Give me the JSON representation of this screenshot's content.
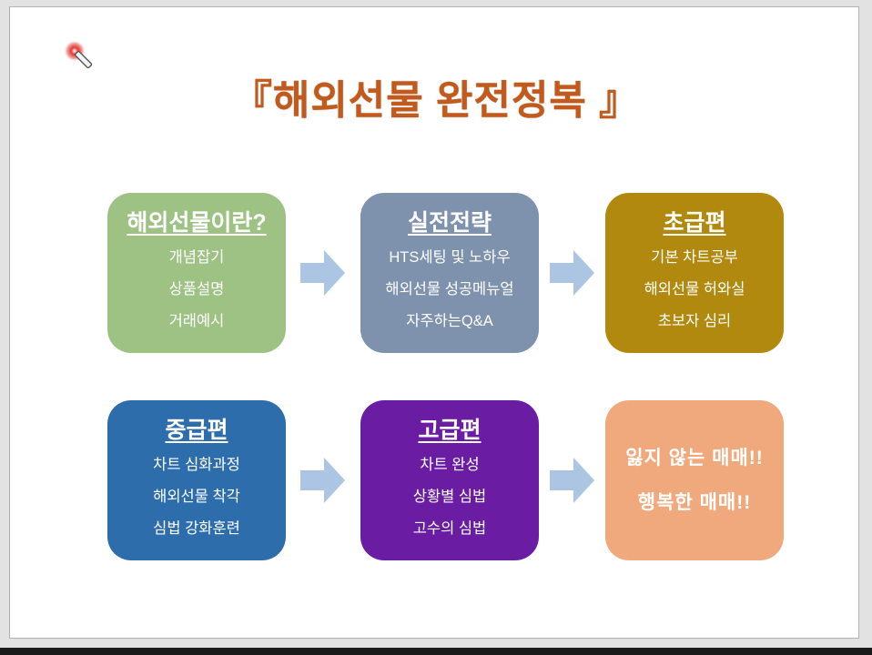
{
  "slide": {
    "title": "『해외선물 완전정복 』",
    "title_color": "#c05a1d",
    "background": "#ffffff",
    "frame_background": "#e2e2e2",
    "bottom_bar_color": "#1a1a1a"
  },
  "cards": [
    {
      "title": "해외선물이란?",
      "items": [
        "개념잡기",
        "상품설명",
        "거래예시"
      ],
      "color": "#9dc284"
    },
    {
      "title": "실전전략",
      "items": [
        "HTS세팅 및 노하우",
        "해외선물 성공메뉴얼",
        "자주하는Q&A"
      ],
      "color": "#7f92ad"
    },
    {
      "title": "초급편",
      "items": [
        "기본 차트공부",
        "해외선물 허와실",
        "초보자 심리"
      ],
      "color": "#b1890f"
    },
    {
      "title": "중급편",
      "items": [
        "차트 심화과정",
        "해외선물 착각",
        "심법 강화훈련"
      ],
      "color": "#2e6dac"
    },
    {
      "title": "고급편",
      "items": [
        "차트 완성",
        "상황별 심법",
        "고수의 심법"
      ],
      "color": "#6a1da2"
    },
    {
      "title": "",
      "items": [
        "잃지 않는 매매!!",
        "행복한 매매!!"
      ],
      "color": "#efa97c"
    }
  ],
  "arrow": {
    "color": "#abc5e3"
  },
  "cursor": {
    "glow_color": "#e53935"
  }
}
